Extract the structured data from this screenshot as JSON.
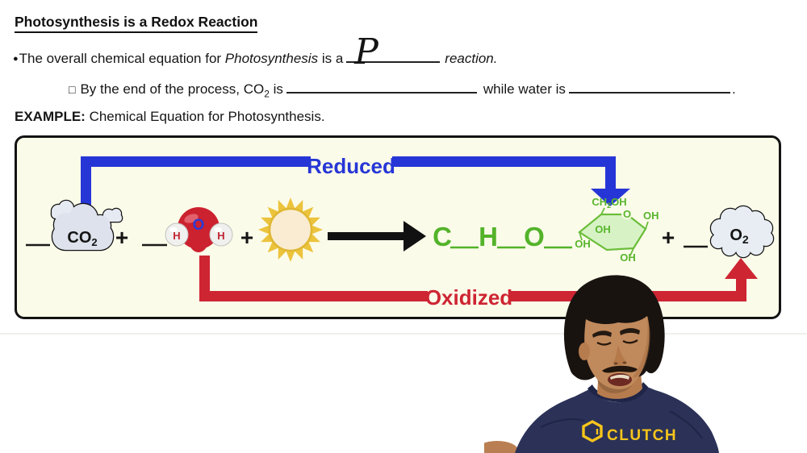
{
  "page": {
    "title": "Photosynthesis is a Redox Reaction",
    "bullet": {
      "icon": "●",
      "text_pre": "The overall chemical equation for ",
      "term_italic": "Photosynthesis",
      "text_mid": " is a",
      "handwritten_answer": "P",
      "text_post": "reaction."
    },
    "sub_bullet": {
      "icon": "□",
      "text_pre": "By the end of the process, CO",
      "co2_subscript": "2",
      "text_mid": " is",
      "text_while": "while water is",
      "period": "."
    },
    "example": {
      "label": "EXAMPLE:",
      "text": " Chemical Equation for Photosynthesis."
    }
  },
  "diagram": {
    "reduced_label": "Reduced",
    "oxidized_label": "Oxidized",
    "plus_sign": "+",
    "co2_cloud": {
      "formula": "CO",
      "subscript": "2"
    },
    "water_molecule": {
      "oxygen": "O",
      "hydrogen_left": "H",
      "hydrogen_right": "H"
    },
    "products": {
      "c": "C",
      "h": "H",
      "o": "O"
    },
    "glucose": {
      "ch2oh_pre": "CH",
      "ch2oh_sub": "2",
      "ch2oh_post": "OH",
      "ring_oxygen": "O",
      "hydroxyl": "OH"
    },
    "o2_cloud": {
      "formula": "O",
      "subscript": "2"
    },
    "colors": {
      "reduced_blue": "#2636d6",
      "oxidized_red": "#ce2533",
      "product_green": "#53b32a",
      "box_background": "#fbfbe9",
      "sun_gold": "#ecc33d",
      "cloud_gray": "#dde2ec"
    }
  },
  "video": {
    "shirt_label": "CLUTCH",
    "shirt_color": "#2b3157",
    "logo_yellow": "#f5c51b"
  }
}
